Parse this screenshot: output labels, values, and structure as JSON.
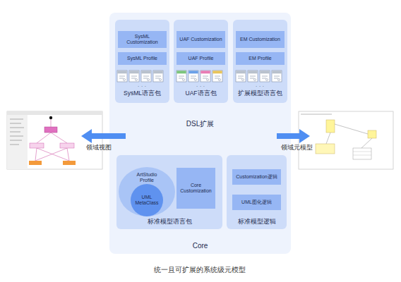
{
  "diagram": {
    "caption": "统一且可扩展的系统级元模型",
    "nodes": [
      {
        "text": [
          "DSL扩展",
          "Core"
        ]
      },
      {
        "text": [
          "SysML语言包"
        ],
        "in": 0
      },
      {
        "text": [
          "SysML Customization"
        ],
        "in": 1
      },
      {
        "text": [
          "SysML Profile"
        ],
        "in": 1
      },
      {
        "text": [
          "UAF语言包"
        ],
        "in": 0
      },
      {
        "text": [
          "UAF Customization"
        ],
        "in": 4
      },
      {
        "text": [
          "UAF Profile"
        ],
        "in": 4
      },
      {
        "text": [
          "扩展模型语言包"
        ],
        "in": 0
      },
      {
        "text": [
          "EM Customization"
        ],
        "in": 7
      },
      {
        "text": [
          "EM Profile"
        ],
        "in": 7
      },
      {
        "text": [
          "标准模型语言包"
        ],
        "in": 0
      },
      {
        "text": [
          "ArtStudio Profile"
        ],
        "in": 10
      },
      {
        "text": [
          "UML MetaClass"
        ],
        "in": 11
      },
      {
        "text": [
          "Core Customization"
        ],
        "in": 10
      },
      {
        "text": [
          "标准模型逻辑"
        ],
        "in": 0
      },
      {
        "text": [
          "Customization逻辑"
        ],
        "in": 14
      },
      {
        "text": [
          "UML图化逻辑"
        ],
        "in": 14
      }
    ],
    "labels": [
      "· · ·",
      "· · ·",
      "· · ·",
      "领域视图",
      "领域元模型"
    ]
  }
}
